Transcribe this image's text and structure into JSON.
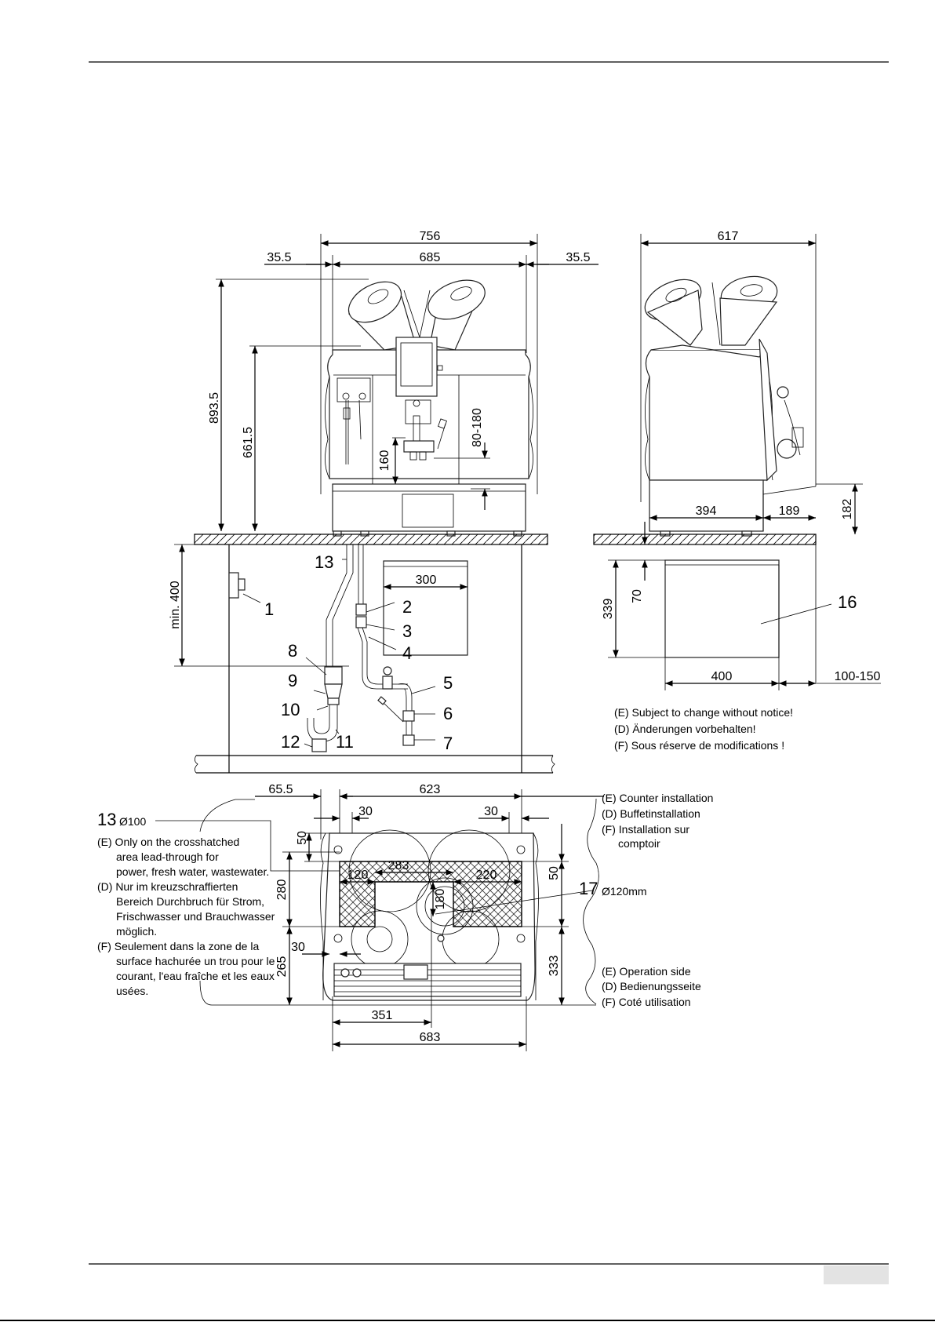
{
  "front_view": {
    "dims": {
      "total_width": "756",
      "inner_width": "685",
      "left_offset": "35.5",
      "right_offset": "35.5",
      "total_height": "893.5",
      "spout_height": "661.5",
      "cup_height": "160",
      "spout_range": "80-180",
      "min_below": "min. 400",
      "box_width": "300"
    },
    "callouts": [
      "13",
      "1",
      "2",
      "3",
      "4",
      "5",
      "6",
      "7",
      "8",
      "9",
      "10",
      "11",
      "12"
    ]
  },
  "side_view": {
    "dims": {
      "depth": "617",
      "base_depth": "394",
      "front_overhang": "189",
      "base_height": "182",
      "cabinet_height": "339",
      "gap": "70",
      "cabinet_width": "400",
      "wall_gap": "100-150"
    },
    "callout": "16"
  },
  "notice": [
    "(E) Subject to change without notice!",
    "(D) Änderungen vorbehalten!",
    "(F) Sous réserve de modifications !"
  ],
  "top_view": {
    "dims": {
      "left_margin": "65.5",
      "width": "623",
      "corner_left": "30",
      "corner_right": "30",
      "top_margin": "50",
      "hatch_width": "283",
      "left_hatch": "120",
      "right_hatch": "220",
      "right_top": "50",
      "depth": "280",
      "hole_offset": "180",
      "front_offset": "30",
      "front_depth": "265",
      "right_depth": "333",
      "center": "351",
      "overall": "683"
    },
    "hole_label": "13",
    "hole_diameter": "Ø100",
    "hole17_label": "17",
    "hole17_diameter": "Ø120mm",
    "counter_labels": [
      "(E) Counter installation",
      "(D) Buffetinstallation",
      "(F) Installation sur",
      "comptoir"
    ],
    "operation_labels": [
      "(E) Operation side",
      "(D) Bedienungsseite",
      "(F) Coté utilisation"
    ],
    "note_lines": [
      "(E)  Only on the crosshatched",
      "area lead-through for",
      "power, fresh water, wastewater.",
      "(D)  Nur im kreuzschraffierten",
      "Bereich Durchbruch für  Strom,",
      "Frischwasser und Brauchwasser",
      "möglich.",
      "(F)  Seulement dans la zone de la",
      "surface hachurée un trou pour le",
      "courant, l'eau fraîche et les eaux",
      "usées."
    ]
  }
}
